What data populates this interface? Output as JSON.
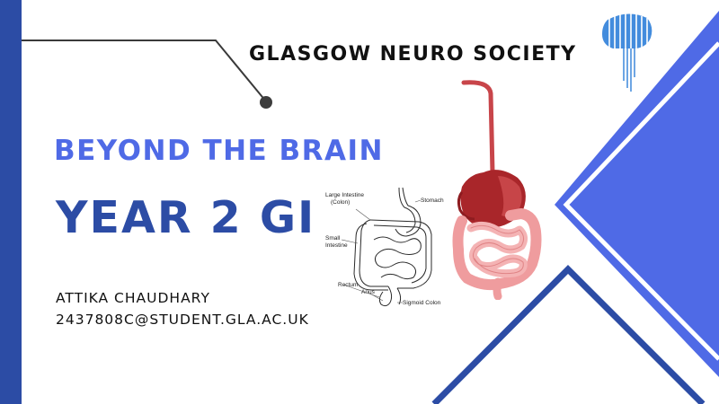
{
  "society_name": "GLASGOW NEURO SOCIETY",
  "subtitle": "BEYOND THE BRAIN",
  "title": "YEAR 2 GI",
  "author": {
    "name": "ATTIKA CHAUDHARY",
    "email": "2437808C@STUDENT.GLA.AC.UK"
  },
  "diagram_labels": {
    "large_intestine_1": "Large Intestine",
    "large_intestine_2": "(Colon)",
    "stomach": "Stomach",
    "small_intestine_1": "Small",
    "small_intestine_2": "Intestine",
    "rectum": "Rectum",
    "anus": "Anus",
    "sigmoid_colon": "Sigmoid Colon"
  },
  "colors": {
    "navy": "#2c4ca5",
    "royal_blue": "#4f6ae6",
    "brain_logo": "#2f7fd9",
    "esophagus": "#c8454a",
    "stomach": "#a9262a",
    "intestine": "#f2a6a6"
  },
  "icons": [
    "brain-logo-icon",
    "digestive-line-diagram",
    "digestive-organs-illustration"
  ]
}
